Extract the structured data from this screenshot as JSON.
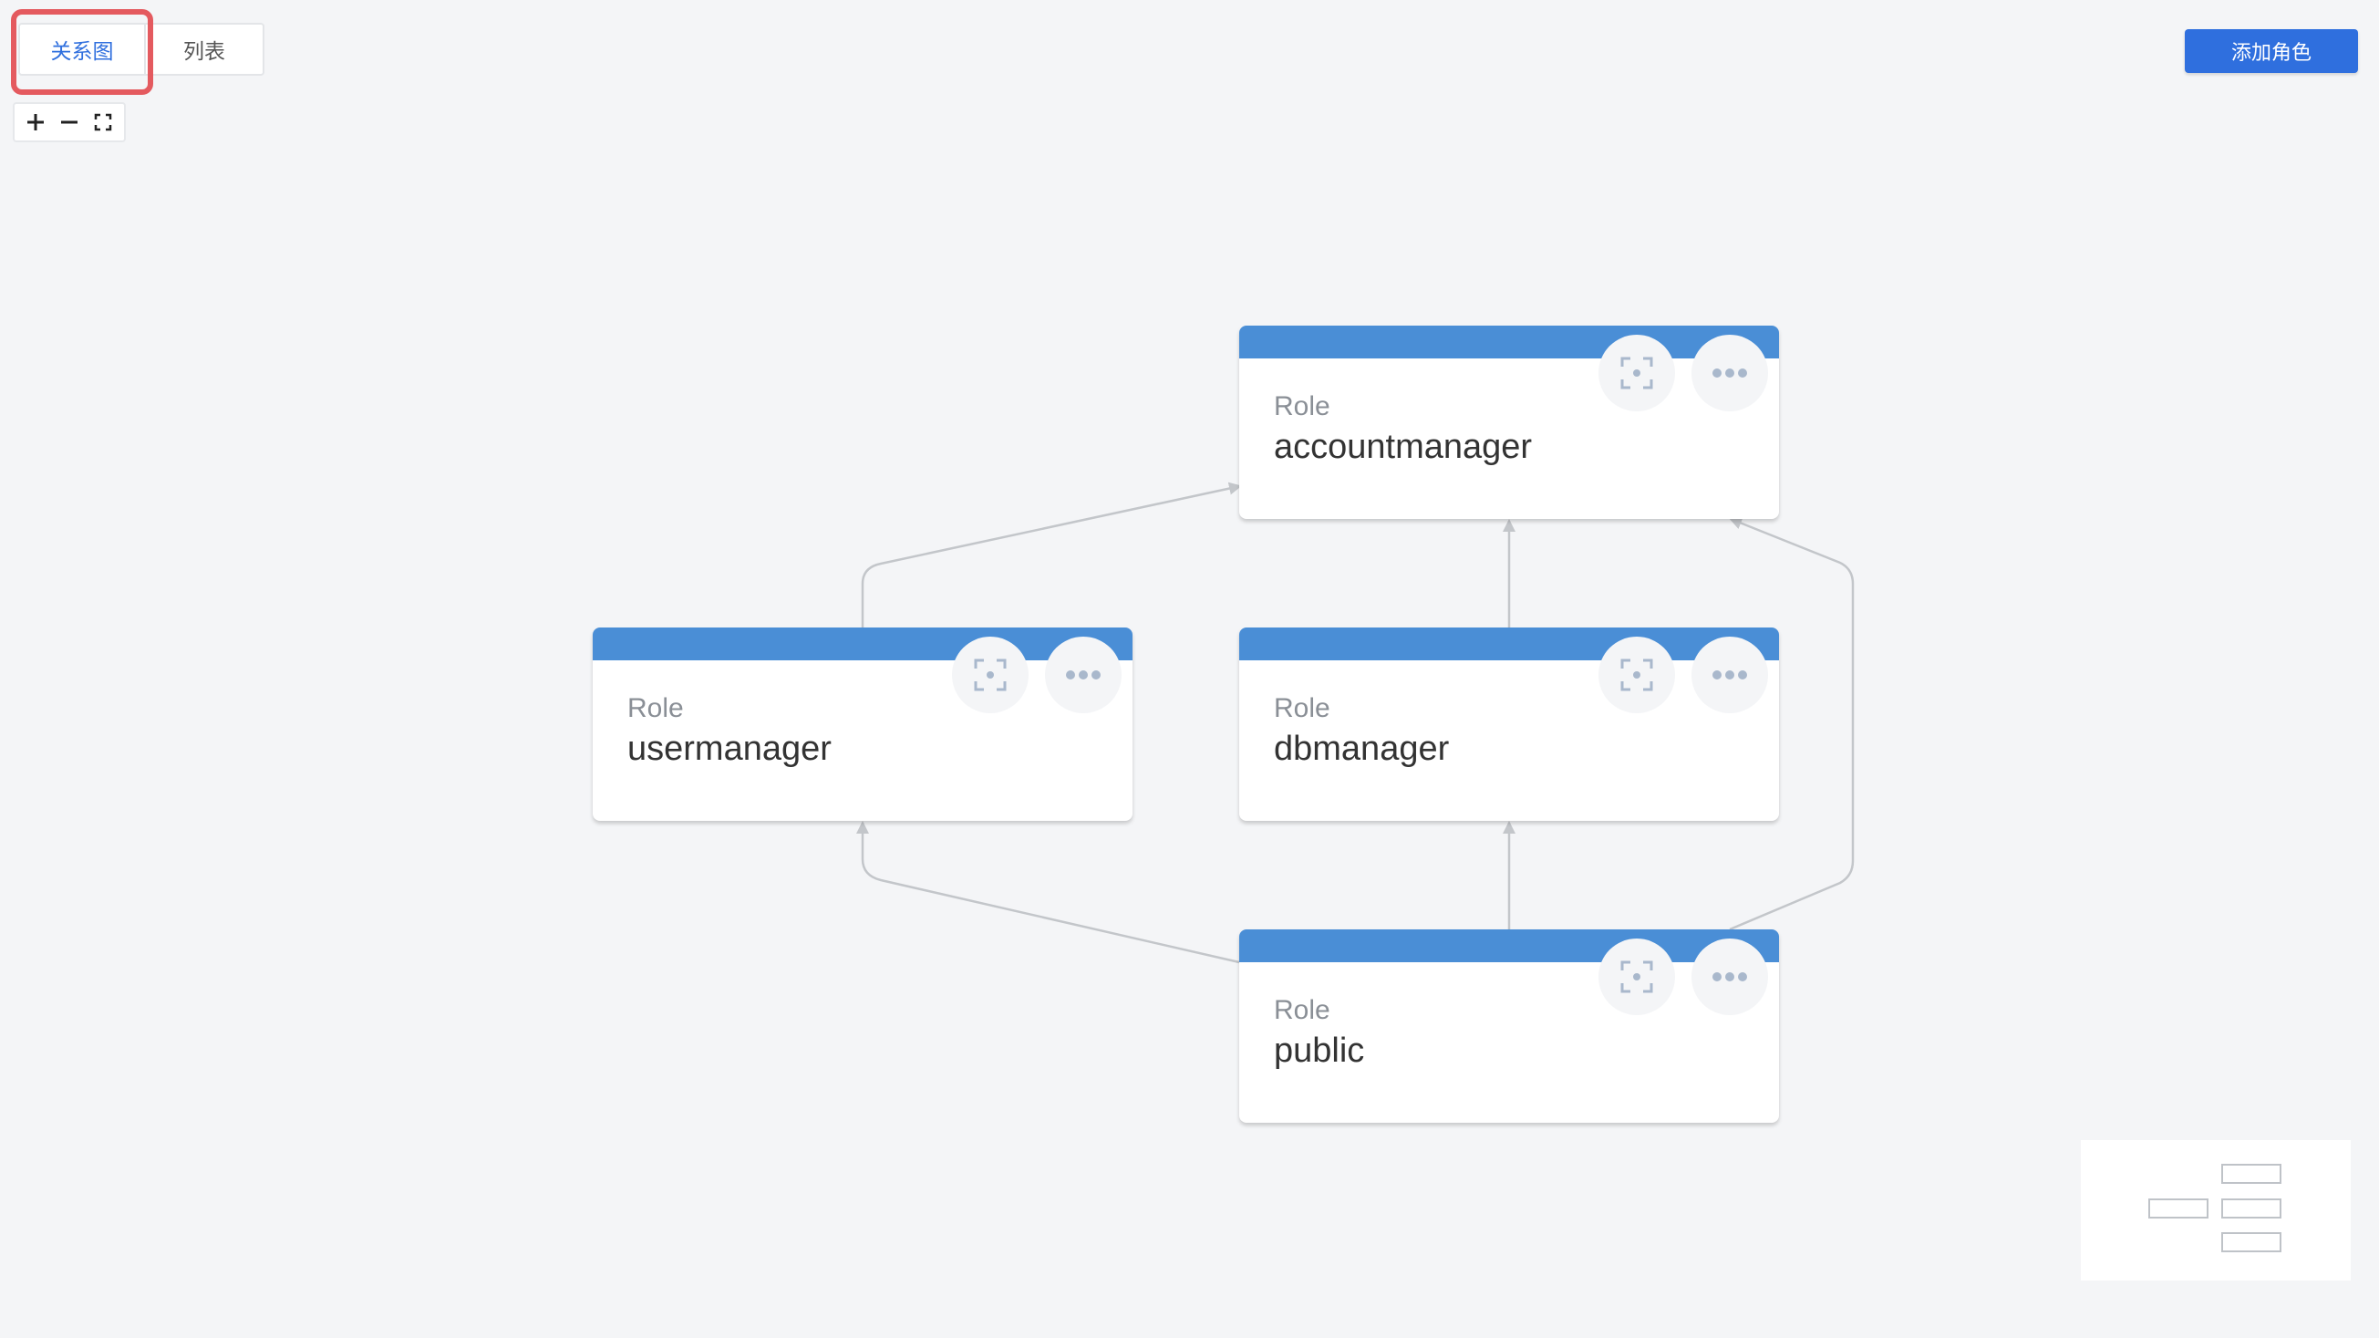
{
  "tabs": {
    "graph_label": "关系图",
    "list_label": "列表"
  },
  "toolbar": {
    "zoom_in_icon": "plus-icon",
    "zoom_out_icon": "minus-icon",
    "fit_icon": "fit-screen-icon"
  },
  "actions": {
    "add_role_label": "添加角色"
  },
  "colors": {
    "accent": "#2f6fde",
    "card_header": "#4a8ed6",
    "highlight": "#e45a5f",
    "edge": "#c3c6ca",
    "background": "#f4f5f7"
  },
  "roles": [
    {
      "kind": "Role",
      "name": "accountmanager"
    },
    {
      "kind": "Role",
      "name": "usermanager"
    },
    {
      "kind": "Role",
      "name": "dbmanager"
    },
    {
      "kind": "Role",
      "name": "public"
    }
  ],
  "edges": [
    {
      "from": "usermanager",
      "to": "accountmanager"
    },
    {
      "from": "dbmanager",
      "to": "accountmanager"
    },
    {
      "from": "public",
      "to": "accountmanager"
    },
    {
      "from": "public",
      "to": "usermanager"
    },
    {
      "from": "public",
      "to": "dbmanager"
    }
  ],
  "card_actions": {
    "focus_icon": "focus-target-icon",
    "more_icon": "more-dots-icon"
  }
}
